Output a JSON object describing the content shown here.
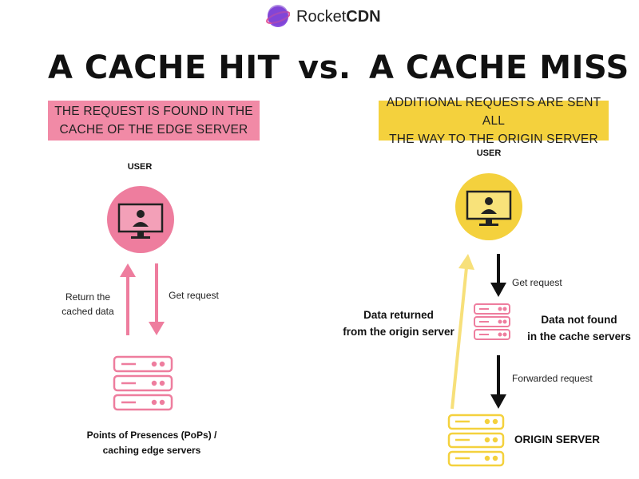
{
  "brand": {
    "name_part1": "Rocket",
    "name_part2": "CDN"
  },
  "headline": {
    "left": "A CACHE HIT",
    "vs": "vs.",
    "right": "A CACHE MISS"
  },
  "hit": {
    "banner_line1": "THE REQUEST IS FOUND IN THE",
    "banner_line2": "CACHE OF THE EDGE SERVER",
    "user_label": "USER",
    "return_line1": "Return the",
    "return_line2": "cached data",
    "get_request": "Get request",
    "pops_line1": "Points of Presences (PoPs) /",
    "pops_line2": "caching edge servers"
  },
  "miss": {
    "banner_line1": "ADDITIONAL REQUESTS ARE SENT ALL",
    "banner_line2": "THE WAY TO THE ORIGIN SERVER",
    "user_label": "USER",
    "get_request": "Get request",
    "returned_line1": "Data returned",
    "returned_line2": "from the origin server",
    "notfound_line1": "Data not found",
    "notfound_line2": "in the cache servers",
    "forwarded": "Forwarded request",
    "origin_label": "ORIGIN SERVER"
  },
  "colors": {
    "pink": "#ee7d9e",
    "pink_banner": "#f18aa6",
    "yellow": "#f4d13d",
    "yellow_arrow": "#f7e07a",
    "black": "#111111",
    "purple": "#7b3fd1"
  }
}
